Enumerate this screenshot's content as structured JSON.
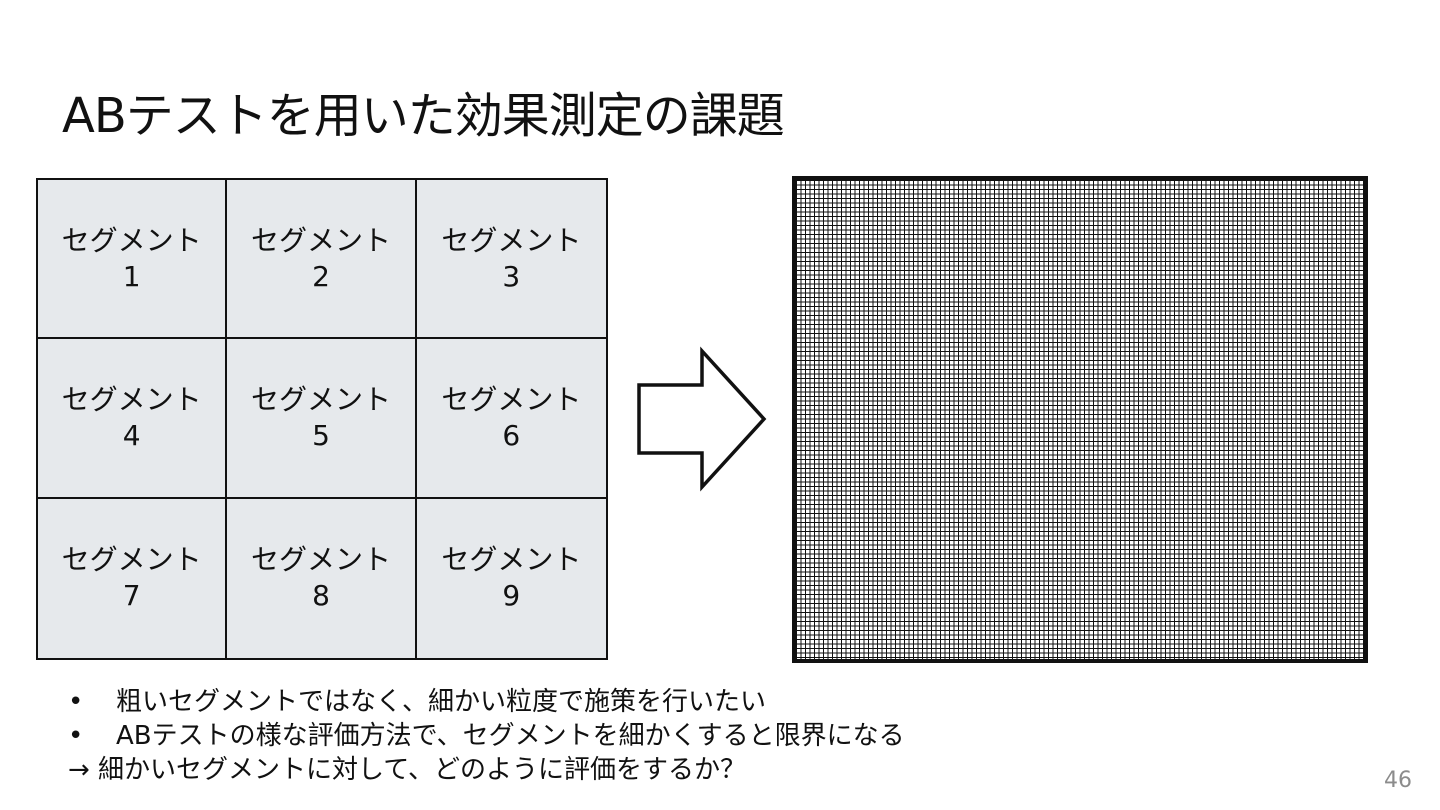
{
  "slide": {
    "title": "ABテストを用いた効果測定の課題",
    "page_number": "46"
  },
  "segments": [
    {
      "name": "セグメント",
      "num": "1"
    },
    {
      "name": "セグメント",
      "num": "2"
    },
    {
      "name": "セグメント",
      "num": "3"
    },
    {
      "name": "セグメント",
      "num": "4"
    },
    {
      "name": "セグメント",
      "num": "5"
    },
    {
      "name": "セグメント",
      "num": "6"
    },
    {
      "name": "セグメント",
      "num": "7"
    },
    {
      "name": "セグメント",
      "num": "8"
    },
    {
      "name": "セグメント",
      "num": "9"
    }
  ],
  "bullets": {
    "marker": "•",
    "items": [
      "粗いセグメントではなく、細かい粒度で施策を行いたい",
      "ABテストの様な評価方法で、セグメントを細かくすると限界になる"
    ],
    "conclusion": "→ 細かいセグメントに対して、どのように評価をするか？"
  },
  "colors": {
    "segment_fill": "#e6e9ec",
    "line": "#111111",
    "page_number": "#8c8c8c"
  }
}
